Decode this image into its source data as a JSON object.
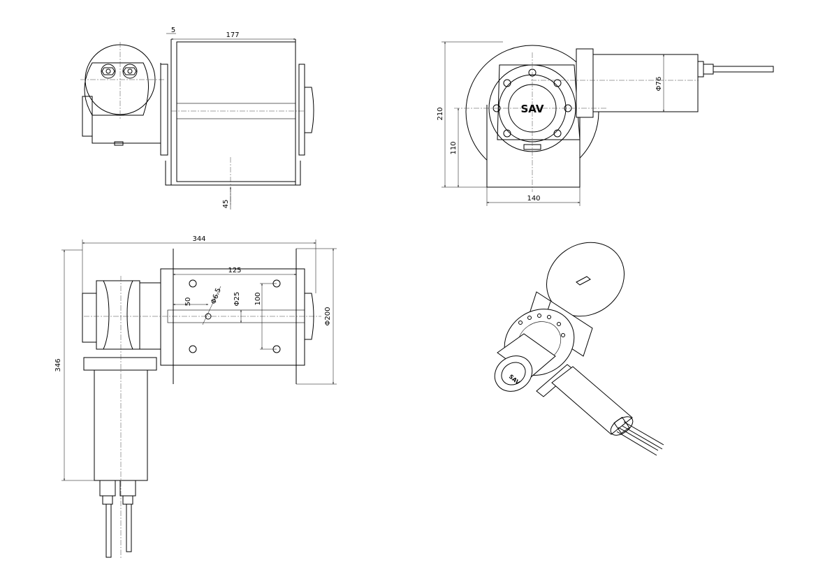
{
  "brand": "SAV",
  "top_view": {
    "dim_width": "177",
    "dim_flange": "5",
    "dim_clearance": "45"
  },
  "side_view": {
    "dim_height": "210",
    "dim_axis_height": "110",
    "dim_base_width": "140",
    "dim_motor_diameter": "Φ76"
  },
  "plan_view": {
    "dim_total_width": "344",
    "dim_drum_length": "125",
    "dim_hole_offset": "50",
    "dim_hole_diameter": "Φ6.5",
    "dim_shaft_diameter": "Φ25",
    "dim_hole_spacing": "100",
    "dim_flange_diameter": "Φ200",
    "dim_total_height": "346"
  }
}
